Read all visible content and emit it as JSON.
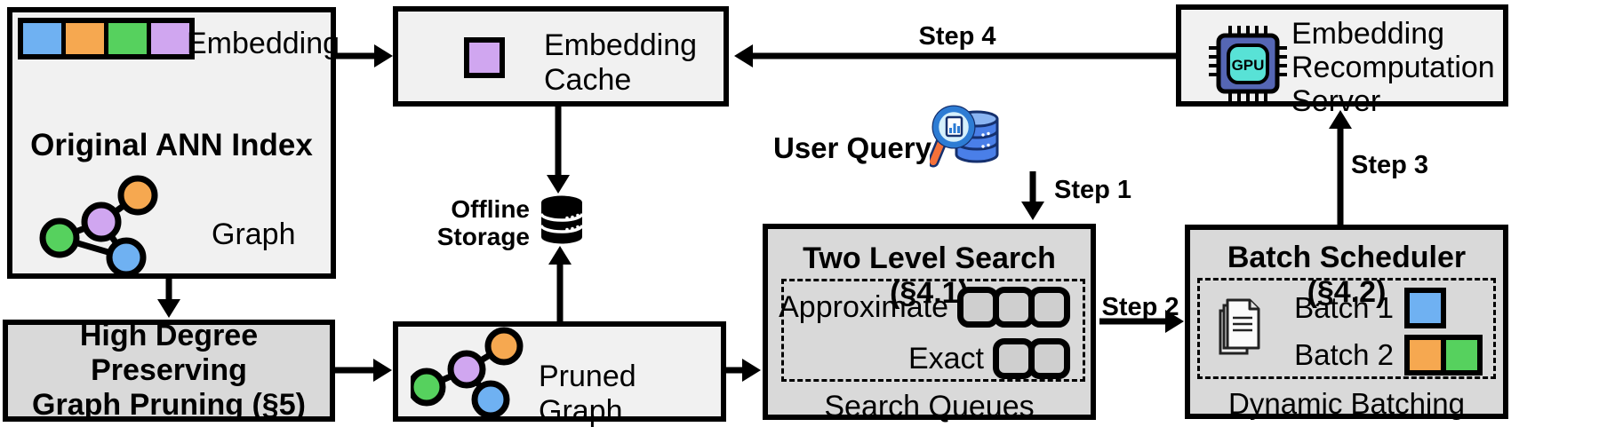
{
  "colors": {
    "blue": "#6FB1F2",
    "orange": "#F6A850",
    "green": "#56D15E",
    "purple": "#D0A6F0",
    "box_light": "#F1F1F1",
    "box_dark": "#D9D9D9",
    "slot_gray": "#CFCFCF",
    "chip_body": "#5566B4",
    "chip_core": "#58E2D6",
    "db_blue": "#4A7FE8",
    "db_blue_top": "#8AB4F2",
    "db_outline": "#15306E",
    "lens_fill": "#D6F0FB",
    "rim_blue": "#2D7CD4",
    "handle_orange": "#F4713A"
  },
  "ann_index": {
    "embedding_label": "Embedding",
    "title": "Original ANN Index",
    "graph_label": "Graph",
    "cells": [
      "blue",
      "orange",
      "green",
      "purple"
    ]
  },
  "embedding_cache": {
    "label": "Embedding\nCache"
  },
  "offline_storage": {
    "label": "Offline\nStorage"
  },
  "user_query": {
    "label": "User Query"
  },
  "recompute_server": {
    "label": "Embedding\nRecomputation\nServer",
    "chip_label": "GPU"
  },
  "two_level_search": {
    "title": "Two Level Search (§4.1)",
    "rows": [
      {
        "label": "Approximate",
        "slots": 3
      },
      {
        "label": "Exact",
        "slots": 2
      }
    ],
    "caption": "Search Queues"
  },
  "batch_scheduler": {
    "title": "Batch Scheduler (§4.2)",
    "batches": [
      {
        "label": "Batch 1",
        "colors": [
          "blue"
        ]
      },
      {
        "label": "Batch 2",
        "colors": [
          "orange",
          "green"
        ]
      }
    ],
    "caption": "Dynamic Batching"
  },
  "graph_pruning": {
    "title": "High Degree Preserving\nGraph Pruning (§5)"
  },
  "pruned_graph": {
    "label": "Pruned Graph"
  },
  "steps": {
    "s1": "Step 1",
    "s2": "Step 2",
    "s3": "Step 3",
    "s4": "Step 4"
  }
}
